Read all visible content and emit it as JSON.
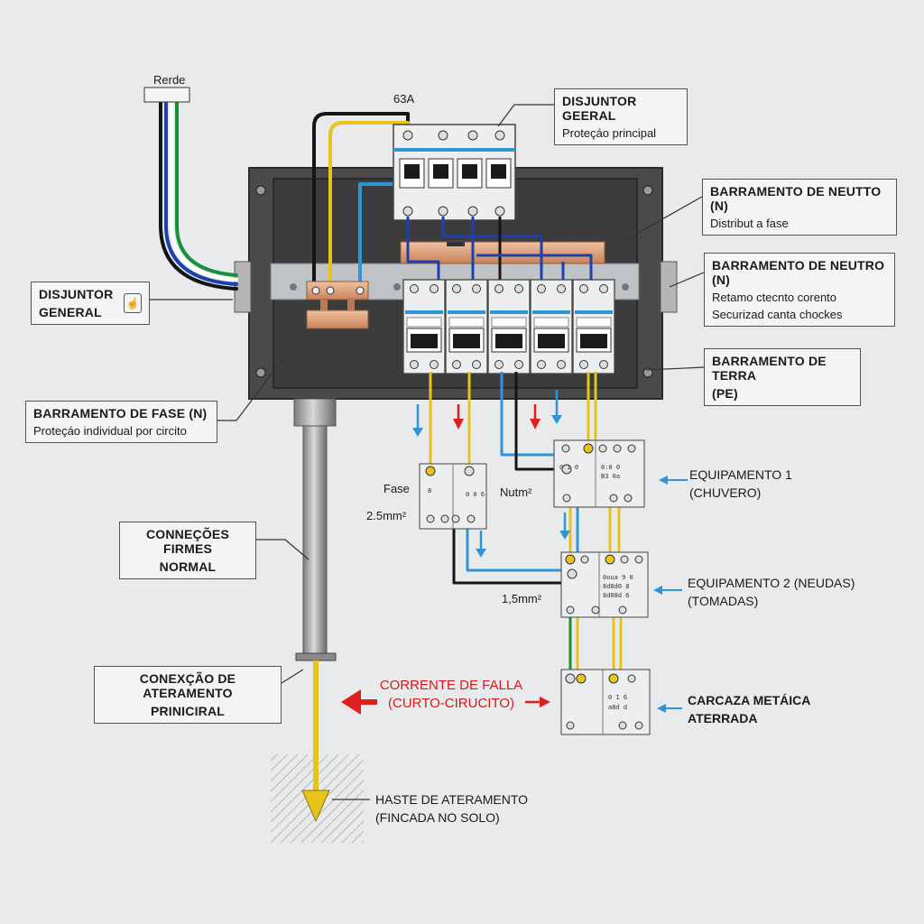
{
  "labels": {
    "rede": "Rerde",
    "rating": "63A",
    "fase": "Fase",
    "fase_size": "2.5mm²",
    "neutro_size": "Nutm²",
    "equip2_size": "1,5mm²"
  },
  "callouts": {
    "main_breaker": {
      "title": "DISJUNTOR GEERAL",
      "subtitle": "Proteçáo principal"
    },
    "neutral_bar_1": {
      "title": "BARRAMENTO DE NEUTTO (N)",
      "subtitle": "Distribut a fase"
    },
    "neutral_bar_2": {
      "title": "BARRAMENTO DE NEUTRO (N)",
      "subtitle": "Retamo ctecnto corento",
      "subtitle2": "Securizad canta chockes"
    },
    "earth_bar": {
      "title": "BARRAMENTO DE TERRA",
      "subtitle": "(PE)"
    },
    "left_breaker": {
      "title": "DISJUNTOR",
      "title2": "GENERAL"
    },
    "phase_bar": {
      "title": "BARRAMENTO DE FASE (N)",
      "subtitle": "Proteçáo individual por circito"
    },
    "firm_connections": {
      "title": "CONNEÇÕES FIRMES",
      "title2": "NORMAL"
    },
    "main_ground": {
      "title": "CONEXÇÃO DE ATERAMENTO",
      "title2": "PRINICIRAL"
    }
  },
  "equipment": {
    "equip1": {
      "line1": "EQUIPAMENTO 1",
      "line2": "(CHUVERO)"
    },
    "equip2": {
      "line1": "EQUIPAMENTO 2 (NEUDAS)",
      "line2": "(TOMADAS)"
    },
    "casing": {
      "line1": "CARCAZA METÁICA",
      "line2": "ATERRADA"
    }
  },
  "fault": {
    "line1": "CORRENTE DE FALLA",
    "line2": "(CURTO-CIRUCITO)"
  },
  "ground_rod": {
    "line1": "HASTE DE ATERAMENTO",
    "line2": "(FINCADA NO SOLO)"
  },
  "colors": {
    "phase_yellow": "#e9c21c",
    "neutral_blue": "#2f95d6",
    "earth_green": "#19913a",
    "black": "#151515",
    "fault_red": "#e01e1e",
    "copper": "#d99a73",
    "enclosure": "#4a4a4a",
    "breaker_accent": "#2f95d6"
  }
}
